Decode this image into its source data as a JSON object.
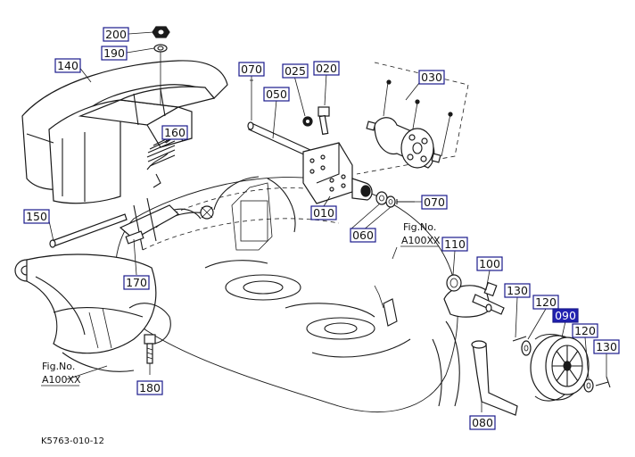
{
  "labels": [
    "200",
    "190",
    "140",
    "070",
    "025",
    "020",
    "030",
    "050",
    "160",
    "010",
    "070",
    "150",
    "060",
    "110",
    "100",
    "130",
    "120",
    "090",
    "120",
    "130",
    "170",
    "180",
    "080"
  ],
  "figure_refs": [
    {
      "line1": "Fig.No.",
      "line2": "A100XX"
    },
    {
      "line1": "Fig.No.",
      "line2": "A100XX"
    }
  ],
  "drawing_code": "K5763-010-12",
  "colors": {
    "label_border": "#1a1a8c",
    "highlight_fill": "#2020b0",
    "line": "#1a1a1a"
  }
}
